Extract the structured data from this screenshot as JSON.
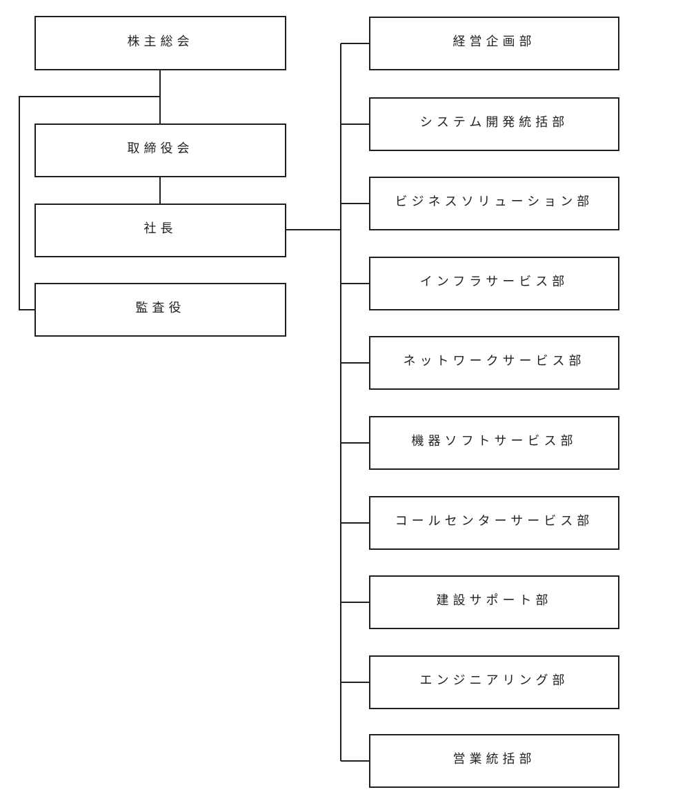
{
  "page": {
    "background_color": "#ffffff",
    "line_color": "#1f1f1f"
  },
  "org_chart": {
    "governance_nodes": [
      {
        "label": "株主総会"
      },
      {
        "label": "取締役会"
      },
      {
        "label": "社長"
      },
      {
        "label": "監査役"
      }
    ],
    "department_nodes": [
      {
        "label": "経営企画部"
      },
      {
        "label": "システム開発統括部"
      },
      {
        "label": "ビジネスソリューション部"
      },
      {
        "label": "インフラサービス部"
      },
      {
        "label": "ネットワークサービス部"
      },
      {
        "label": "機器ソフトサービス部"
      },
      {
        "label": "コールセンターサービス部"
      },
      {
        "label": "建設サポート部"
      },
      {
        "label": "エンジニアリング部"
      },
      {
        "label": "営業統括部"
      }
    ]
  }
}
